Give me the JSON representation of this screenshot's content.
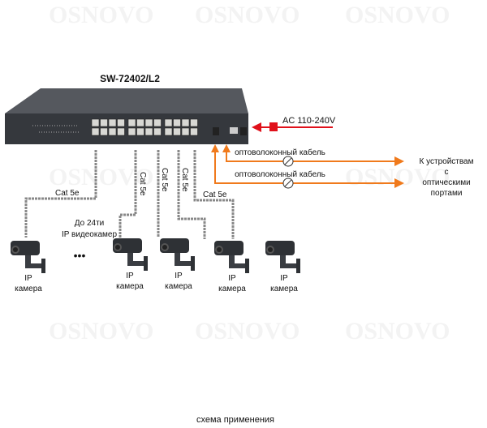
{
  "watermark": "OSNOVO",
  "switch": {
    "model": "SW-72402/L2",
    "body_color": "#3a3d42"
  },
  "power": {
    "label": "AC 110-240V",
    "color": "#e0101a"
  },
  "fiber": {
    "color": "#f07a1c",
    "cables": [
      {
        "label": "оптоволоконный кабель"
      },
      {
        "label": "оптоволоконный кабель"
      }
    ],
    "destination_lines": [
      "К устройствам",
      "с",
      "оптическими",
      "портами"
    ]
  },
  "cables": [
    {
      "label": "Cat 5e"
    },
    {
      "label": "Cat 5e"
    },
    {
      "label": "Cat 5e"
    },
    {
      "label": "Cat 5e"
    },
    {
      "label": "Cat 5e"
    }
  ],
  "cameras_note": [
    "До 24ти",
    "IP видеокамер"
  ],
  "ellipsis": "•••",
  "cameras": [
    {
      "line1": "IP",
      "line2": "камера"
    },
    {
      "line1": "IP",
      "line2": "камера"
    },
    {
      "line1": "IP",
      "line2": "камера"
    },
    {
      "line1": "IP",
      "line2": "камера"
    },
    {
      "line1": "IP",
      "line2": "камера"
    }
  ],
  "caption": "схема применения"
}
